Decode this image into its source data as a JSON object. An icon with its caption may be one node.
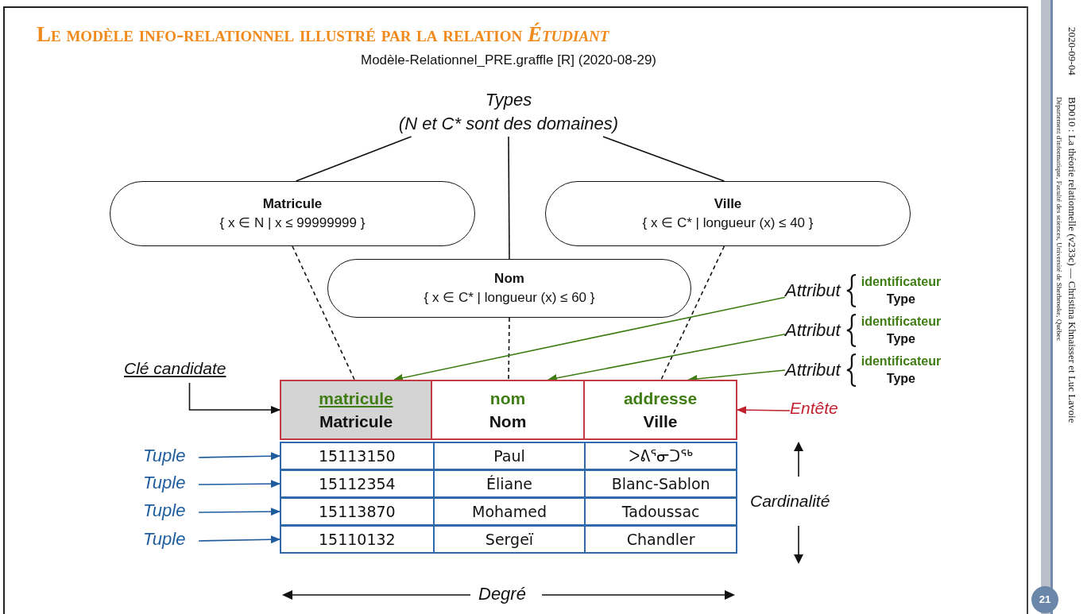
{
  "diagram": {
    "title": "Le modèle info-relationnel illustré par la relation *Étudiant*",
    "nodes": [
      {
        "text": [
          "Types",
          "(N et C* sont des domaines)"
        ]
      },
      {
        "text": [
          "Matricule",
          "{ x ∈ N | x ≤ 99999999 }"
        ]
      },
      {
        "text": [
          "Ville",
          "{ x ∈ C* | longueur (x) ≤ 40 }"
        ]
      },
      {
        "text": [
          "Nom",
          "{ x ∈ C* | longueur (x) ≤ 60 }"
        ]
      },
      {
        "text": [
          "Attribut",
          "identificateur",
          "Type"
        ]
      },
      {
        "text": [
          "Attribut",
          "identificateur",
          "Type"
        ]
      },
      {
        "text": [
          "Attribut",
          "identificateur",
          "Type"
        ]
      },
      {
        "text": [
          "Clé candidate"
        ]
      },
      {
        "text": [
          "matricule",
          "Matricule"
        ]
      },
      {
        "text": [
          "nom",
          "Nom"
        ]
      },
      {
        "text": [
          "addresse",
          "Ville"
        ]
      },
      {
        "text": [
          "Entête"
        ]
      },
      {
        "text": [
          "Tuple"
        ]
      },
      {
        "text": [
          "15113150",
          "Paul",
          "ᐳᕕᕐᓂᑐᖅ"
        ]
      },
      {
        "text": [
          "Tuple"
        ]
      },
      {
        "text": [
          "15112354",
          "Éliane",
          "Blanc-Sablon"
        ]
      },
      {
        "text": [
          "Tuple"
        ]
      },
      {
        "text": [
          "15113870",
          "Mohamed",
          "Tadoussac"
        ]
      },
      {
        "text": [
          "Tuple"
        ]
      },
      {
        "text": [
          "15110132",
          "Sergeï",
          "Chandler"
        ]
      }
    ],
    "edges": [
      {
        "from": 0,
        "to": 1,
        "arrow": "none"
      },
      {
        "from": 0,
        "to": 3,
        "arrow": "none"
      },
      {
        "from": 0,
        "to": 2,
        "arrow": "none"
      },
      {
        "from": 1,
        "to": 8,
        "arrow": "none",
        "style": "dashed"
      },
      {
        "from": 3,
        "to": 9,
        "arrow": "none",
        "style": "dashed"
      },
      {
        "from": 2,
        "to": 10,
        "arrow": "none",
        "style": "dashed"
      },
      {
        "from": 4,
        "to": 8,
        "arrow": "to",
        "color": "#3f7d14"
      },
      {
        "from": 5,
        "to": 9,
        "arrow": "to",
        "color": "#3f7d14"
      },
      {
        "from": 6,
        "to": 10,
        "arrow": "to",
        "color": "#3f7d14"
      },
      {
        "from": 7,
        "to": 8,
        "arrow": "to"
      },
      {
        "from": 11,
        "to": 10,
        "arrow": "to",
        "color": "#c0202e"
      },
      {
        "from": 12,
        "to": 13,
        "arrow": "to",
        "color": "#1f5c9e"
      },
      {
        "from": 14,
        "to": 15,
        "arrow": "to",
        "color": "#1f5c9e"
      },
      {
        "from": 16,
        "to": 17,
        "arrow": "to",
        "color": "#1f5c9e"
      },
      {
        "from": 18,
        "to": 19,
        "arrow": "to",
        "color": "#1f5c9e"
      }
    ],
    "labels": [
      "Modèle-Relationnel_PRE.graffle [R] (2020-08-29)",
      "Cardinalité",
      "Degré",
      "2020-09-04",
      "BD010 : La théorie relationnelle (v233c) — Christina Khnaisser et Luc Lavoie",
      "Département d'informatique, Faculté des sciences, Université de Sherbrooke, Québec",
      "21"
    ]
  }
}
